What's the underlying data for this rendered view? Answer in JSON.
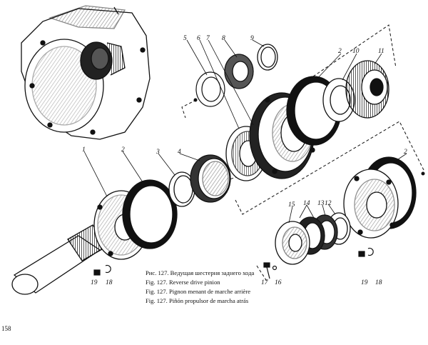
{
  "figure": {
    "callouts": {
      "c1": "1",
      "c2a": "2",
      "c2b": "2",
      "c2c": "2",
      "c3": "3",
      "c4": "4",
      "c5": "5",
      "c6": "6",
      "c7": "7",
      "c8": "8",
      "c9": "9",
      "c10": "10",
      "c11": "11",
      "c12": "12",
      "c13": "13",
      "c14": "14",
      "c15": "15",
      "c16": "16",
      "c17": "17",
      "c18a": "18",
      "c18b": "18",
      "c19a": "19",
      "c19b": "19"
    }
  },
  "caption": {
    "ru": "Рис. 127. Ведущая шестерня заднего хода",
    "en": "Fig. 127. Reverse drive pinion",
    "fr": "Fig. 127. Pignon menant de marche arrière",
    "es": "Fig. 127. Piñón propulsor de marcha atrás"
  },
  "page_number": "158"
}
